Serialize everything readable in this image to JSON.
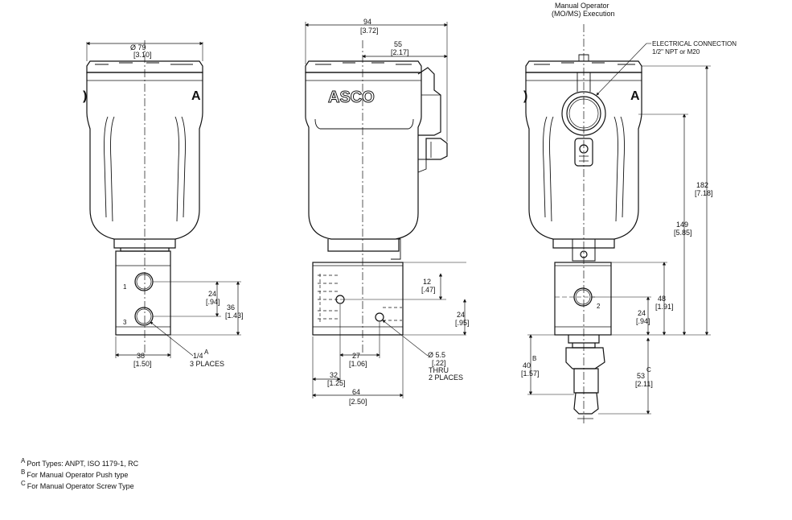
{
  "top_label": {
    "line1": "Manual Operator",
    "line2": "(MO/MS) Execution"
  },
  "brand": "ASCO",
  "left_view": {
    "dia_label": "Ø 79",
    "dia_inch": "[3.10]",
    "dim_24": "24",
    "dim_24_in": "[.94]",
    "dim_36": "36",
    "dim_36_in": "[1.43]",
    "dim_38": "38",
    "dim_38_in": "[1.50]",
    "port_label": "1/4",
    "port_sup": "A",
    "port_places": "3 PLACES",
    "port1": "1",
    "port3": "3"
  },
  "middle_view": {
    "dim_94": "94",
    "dim_94_in": "[3.72]",
    "dim_55": "55",
    "dim_55_in": "[2.17]",
    "dim_12": "12",
    "dim_12_in": "[.47]",
    "dim_24": "24",
    "dim_24_in": "[.95]",
    "dim_27": "27",
    "dim_27_in": "[1.06]",
    "dim_32": "32",
    "dim_32_in": "[1.25]",
    "dim_64": "64",
    "dim_64_in": "[2.50]",
    "hole_dia": "Ø 5.5",
    "hole_in": "[.22]",
    "hole_thru": "THRU",
    "hole_places": "2 PLACES"
  },
  "right_view": {
    "elec_line1": "ELECTRICAL CONNECTION",
    "elec_line2": "1/2\" NPT or M20",
    "dim_182": "182",
    "dim_182_in": "[7.18]",
    "dim_149": "149",
    "dim_149_in": "[5.85]",
    "dim_48": "48",
    "dim_48_in": "[1.91]",
    "dim_24": "24",
    "dim_24_in": "[.94]",
    "dim_40": "40",
    "dim_40_sup": "B",
    "dim_40_in": "[1.57]",
    "dim_53": "53",
    "dim_53_sup": "C",
    "dim_53_in": "[2.11]",
    "port2": "2"
  },
  "notes": [
    {
      "sup": "A",
      "text": "Port Types: ANPT, ISO 1179-1, RC"
    },
    {
      "sup": "B",
      "text": "For Manual Operator Push type"
    },
    {
      "sup": "C",
      "text": "For Manual Operator Screw Type"
    }
  ]
}
